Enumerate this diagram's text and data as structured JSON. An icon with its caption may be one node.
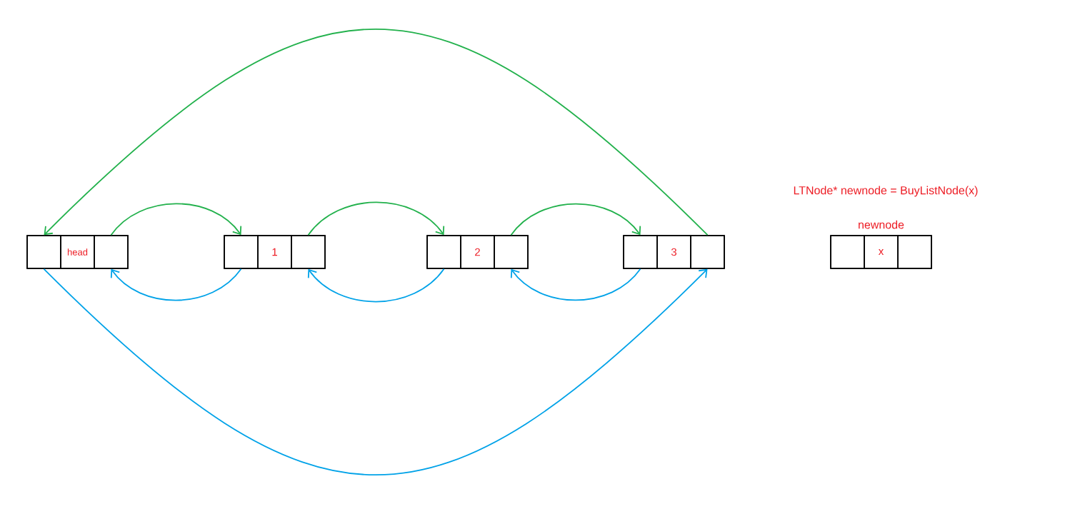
{
  "diagram": {
    "nodes": [
      {
        "text": [],
        "shape": "box"
      },
      {
        "text": [],
        "shape": "box",
        "in": 0
      },
      {
        "text": [
          "head"
        ],
        "in": 0
      },
      {
        "text": [],
        "shape": "box",
        "in": 0
      },
      {
        "text": [],
        "shape": "box"
      },
      {
        "text": [],
        "shape": "box",
        "in": 4
      },
      {
        "text": [
          "1"
        ],
        "in": 4
      },
      {
        "text": [],
        "shape": "box",
        "in": 4
      },
      {
        "text": [],
        "shape": "box"
      },
      {
        "text": [],
        "shape": "box",
        "in": 8
      },
      {
        "text": [
          "2"
        ],
        "in": 8
      },
      {
        "text": [],
        "shape": "box",
        "in": 8
      },
      {
        "text": [],
        "shape": "box"
      },
      {
        "text": [],
        "shape": "box",
        "in": 12
      },
      {
        "text": [
          "3"
        ],
        "in": 12
      },
      {
        "text": [],
        "shape": "box",
        "in": 12
      },
      {
        "text": [
          "newnode"
        ]
      },
      {
        "text": [],
        "shape": "box",
        "in": 16
      },
      {
        "text": [
          "x"
        ],
        "in": 16
      },
      {
        "text": [],
        "shape": "box",
        "in": 16
      }
    ],
    "edges": [
      {
        "from": 3,
        "to": 5,
        "arrow": "to",
        "color": "#22b14c"
      },
      {
        "from": 7,
        "to": 9,
        "arrow": "to",
        "color": "#22b14c"
      },
      {
        "from": 11,
        "to": 13,
        "arrow": "to",
        "color": "#22b14c"
      },
      {
        "from": 15,
        "to": 1,
        "arrow": "to",
        "color": "#22b14c"
      },
      {
        "from": 5,
        "to": 3,
        "arrow": "to",
        "color": "#00a2e8"
      },
      {
        "from": 9,
        "to": 7,
        "arrow": "to",
        "color": "#00a2e8"
      },
      {
        "from": 13,
        "to": 11,
        "arrow": "to",
        "color": "#00a2e8"
      },
      {
        "from": 1,
        "to": 15,
        "arrow": "to",
        "color": "#00a2e8"
      }
    ],
    "labels": [
      "LTNode* newnode = BuyListNode(x)"
    ]
  }
}
